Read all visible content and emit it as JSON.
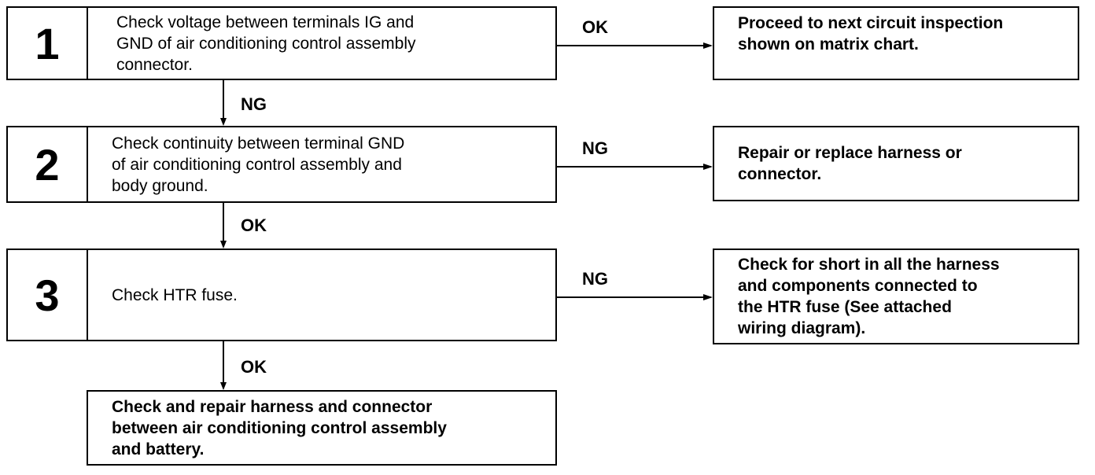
{
  "steps": [
    {
      "number": "1",
      "text": "Check voltage between terminals IG and\nGND of air conditioning control assembly\nconnector."
    },
    {
      "number": "2",
      "text": "Check continuity between terminal GND\nof air conditioning control assembly and\nbody ground."
    },
    {
      "number": "3",
      "text": "Check HTR fuse."
    }
  ],
  "outcomes": [
    {
      "text": "Proceed to next circuit inspection\nshown on matrix chart."
    },
    {
      "text": "Repair or replace harness or\nconnector."
    },
    {
      "text": "Check for short in all the harness\nand components connected to\nthe HTR fuse (See attached\nwiring diagram)."
    }
  ],
  "final": {
    "text": "Check and repair harness and connector\nbetween air conditioning control assembly\nand battery."
  },
  "labels": {
    "step1_right": "OK",
    "step1_down": "NG",
    "step2_right": "NG",
    "step2_down": "OK",
    "step3_right": "NG",
    "step3_down": "OK"
  }
}
